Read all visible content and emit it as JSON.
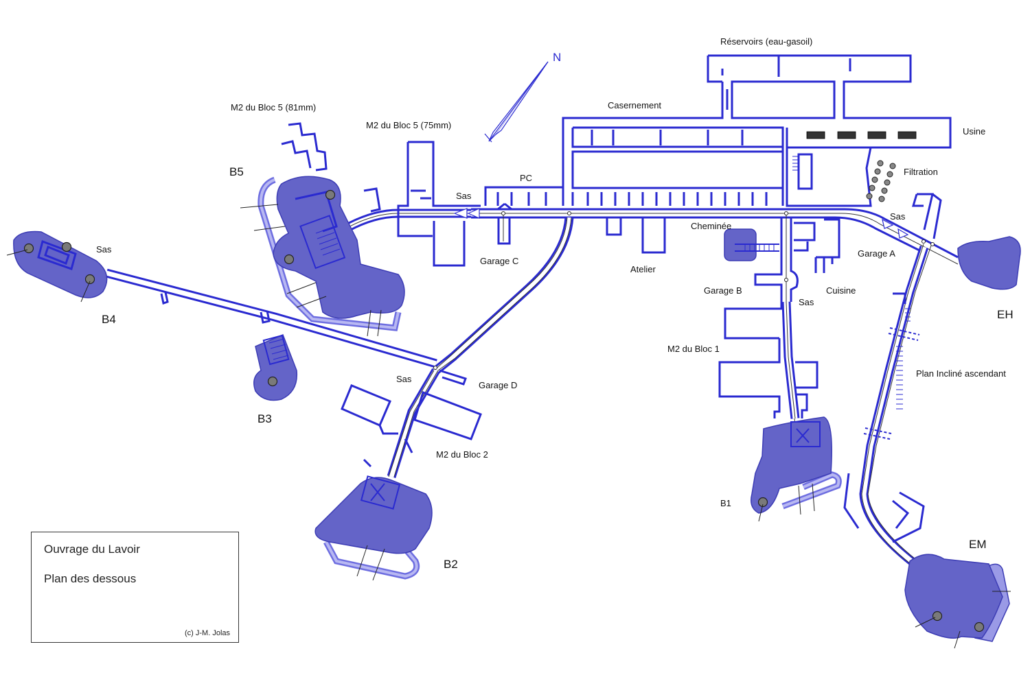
{
  "legend": {
    "title": "Ouvrage du Lavoir",
    "subtitle": "Plan des dessous",
    "credit": "(c) J-M. Jolas"
  },
  "north": {
    "label": "N"
  },
  "labels": {
    "reservoirs": "Réservoirs (eau-gasoil)",
    "casernement": "Casernement",
    "usine": "Usine",
    "filtration": "Filtration",
    "pc": "PC",
    "sas_pc": "Sas",
    "m2_b5_81": "M2 du Bloc 5 (81mm)",
    "m2_b5_75": "M2 du Bloc 5 (75mm)",
    "b5": "B5",
    "b4": "B4",
    "sas_b4": "Sas",
    "b3": "B3",
    "garage_c": "Garage C",
    "atelier": "Atelier",
    "cheminee": "Cheminée",
    "garage_b": "Garage B",
    "sas_b": "Sas",
    "cuisine": "Cuisine",
    "garage_a": "Garage A",
    "sas_a": "Sas",
    "eh": "EH",
    "m2_b1": "M2 du Bloc 1",
    "plan_incline": "Plan Incliné ascendant",
    "sas_d": "Sas",
    "garage_d": "Garage D",
    "m2_b2": "M2 du Bloc 2",
    "b2": "B2",
    "b1": "B1",
    "em": "EM"
  },
  "colors": {
    "wall": "#2a2ad0",
    "bloc": "#6464c8",
    "bloc_light": "#9a9ae6"
  }
}
